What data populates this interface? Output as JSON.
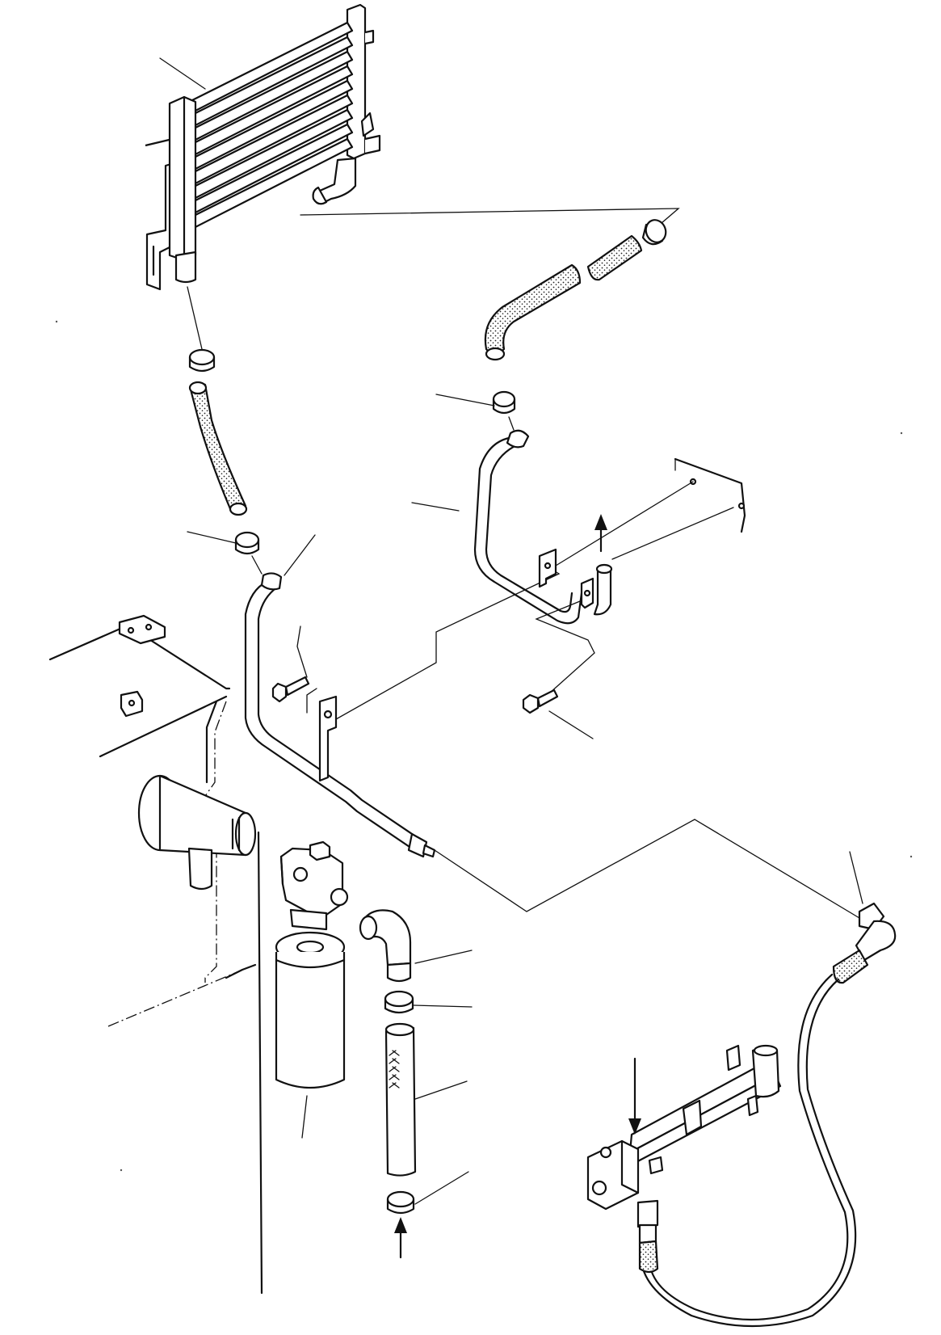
{
  "figure": {
    "kind": "exploded parts diagram",
    "text_labels": []
  },
  "parts": [
    {
      "name": "oil-cooler"
    },
    {
      "name": "cooler-inlet-hose"
    },
    {
      "name": "hose-clamp"
    },
    {
      "name": "steel-oil-tube"
    },
    {
      "name": "mounting-bolt"
    },
    {
      "name": "tube-bracket"
    },
    {
      "name": "return-pipe"
    },
    {
      "name": "hydraulic-tank"
    },
    {
      "name": "oil-filter-head"
    },
    {
      "name": "oil-filter-cartridge"
    },
    {
      "name": "elbow-fitting"
    },
    {
      "name": "suction-hose"
    },
    {
      "name": "control-valve-block"
    },
    {
      "name": "flexible-line"
    },
    {
      "name": "direction-arrow"
    }
  ]
}
